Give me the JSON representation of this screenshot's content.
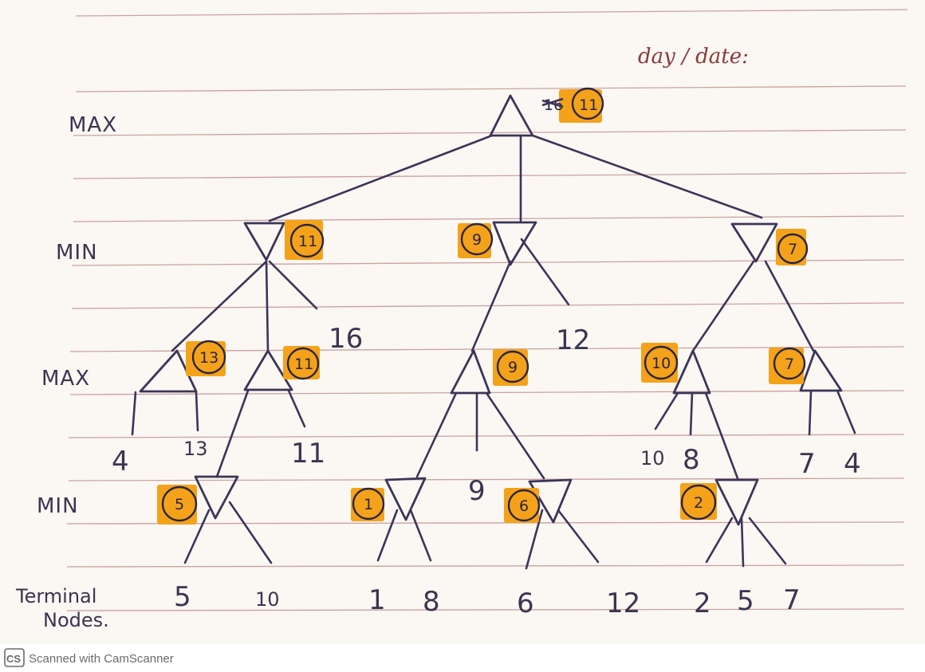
{
  "header": {
    "day_date": "day / date:"
  },
  "levels": {
    "max1": "MAX",
    "min1": "MIN",
    "max2": "MAX",
    "min2": "MIN",
    "terminal_line1": "Terminal",
    "terminal_line2": "Nodes."
  },
  "root": {
    "value": "11",
    "crossed_value": "16"
  },
  "min_nodes": [
    {
      "value": "11",
      "pruned_leaf": "16"
    },
    {
      "value": "9",
      "pruned_leaf": "12"
    },
    {
      "value": "7"
    }
  ],
  "max_nodes": [
    {
      "value": "13",
      "leaves": [
        "4",
        "13"
      ]
    },
    {
      "value": "11",
      "leaves": [
        "11"
      ]
    },
    {
      "value": "9",
      "leaves": [
        "9"
      ]
    },
    {
      "value": "10",
      "leaves": [
        "10",
        "8"
      ]
    },
    {
      "value": "7",
      "leaves": [
        "7",
        "4"
      ]
    }
  ],
  "min2_nodes": [
    {
      "value": "5"
    },
    {
      "value": "1"
    },
    {
      "value": "6"
    },
    {
      "value": "2"
    }
  ],
  "terminals": [
    "5",
    "10",
    "1",
    "8",
    "6",
    "12",
    "2",
    "5",
    "7"
  ],
  "footer": {
    "watermark_badge": "CS",
    "watermark_text": "Scanned with CamScanner"
  },
  "colors": {
    "highlight": "#f4a21a",
    "ink": "#3b3558",
    "rule": "#c9a2a2",
    "header": "#8a3a3a"
  }
}
